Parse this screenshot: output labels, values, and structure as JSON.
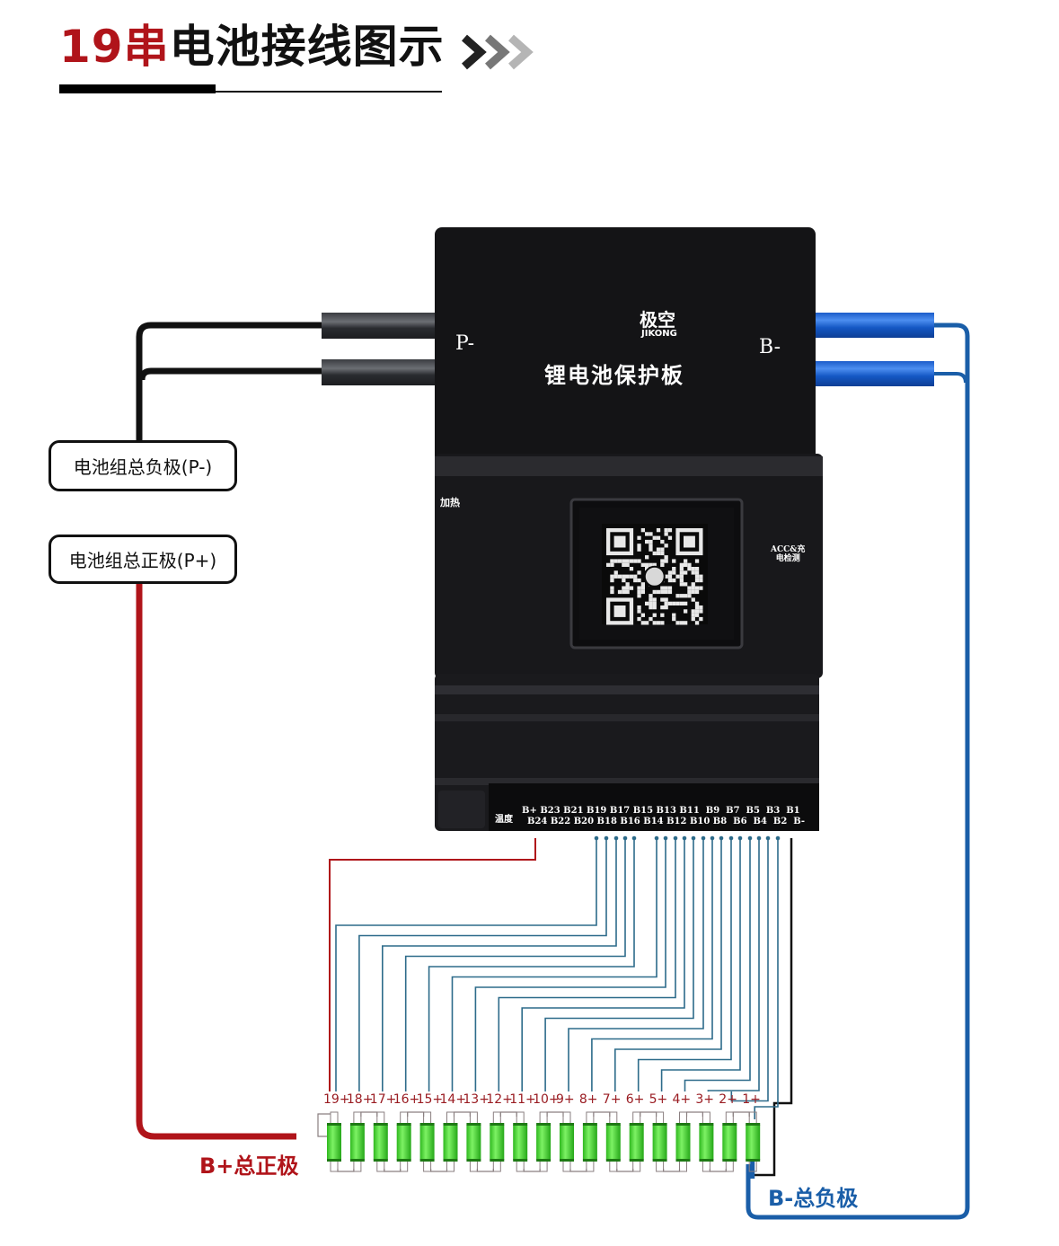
{
  "header": {
    "title_count": "19串",
    "title_rest": "电池接线图示",
    "chevron_glyph": "›"
  },
  "board": {
    "brand_cn": "极空",
    "brand_en": "JIKONG",
    "product_name": "锂电池保护板",
    "port_left": "P-",
    "port_right": "B-",
    "heating_label": "加热",
    "acc_label_line1": "ACC&充",
    "acc_label_line2": "电检测",
    "temp_label": "温度",
    "pins_top_row": "B+ B23 B21 B19 B17 B15 B13 B11  B9  B7  B5  B3  B1",
    "pins_bottom_row": "B24 B22 B20 B18 B16 B14 B12 B10 B8  B6  B4  B2  B-"
  },
  "labels": {
    "pack_negative": "电池组总负极(P-)",
    "pack_positive": "电池组总正极(P+)",
    "battery_positive": "B+总正极",
    "battery_negative": "B-总负极"
  },
  "cells": {
    "count": 19,
    "labels": [
      "19+",
      "18+",
      "17+",
      "16+",
      "15+",
      "14+",
      "13+",
      "12+",
      "11+",
      "10+",
      "9+",
      "8+",
      "7+",
      "6+",
      "5+",
      "4+",
      "3+",
      "2+",
      "1+"
    ]
  },
  "colors": {
    "title_red": "#b0141a",
    "positive_wire": "#b0141a",
    "negative_wire": "#111111",
    "battery_negative_wire": "#1a5ea8",
    "balance_wire": "#2d6b8a",
    "cell_green": "#3ddc2c",
    "board_black": "#141416",
    "cable_blue": "#1760d0"
  }
}
